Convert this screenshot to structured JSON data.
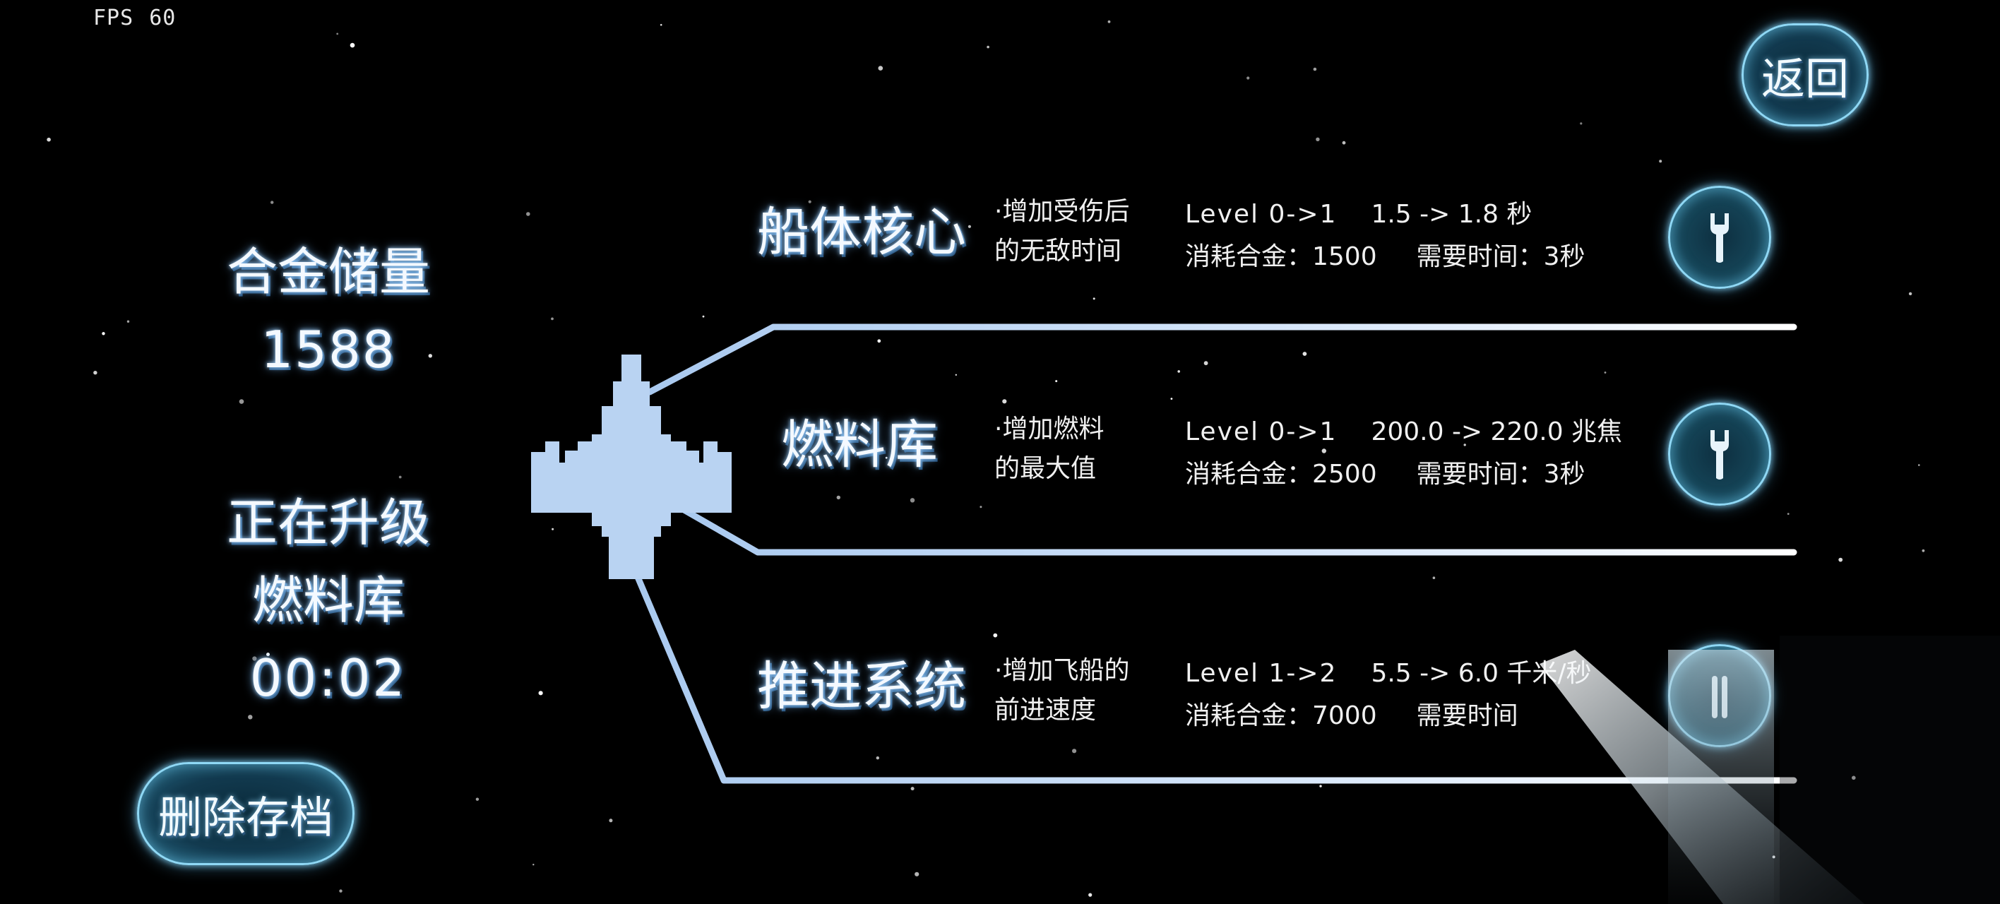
{
  "hud": {
    "fps_label": "FPS",
    "fps_value": "60"
  },
  "back_button": {
    "label": "返回"
  },
  "alloy": {
    "label": "合金储量",
    "value": "1588"
  },
  "upgrading": {
    "label": "正在升级",
    "name": "燃料库",
    "timer": "00:02"
  },
  "delete_button": {
    "label": "删除存档"
  },
  "modules": [
    {
      "title": "船体核心",
      "desc_line1": "·增加受伤后",
      "desc_line2": "的无敌时间",
      "level": "Level 0->1",
      "change": "1.5 -> 1.8 秒",
      "cost_label": "消耗合金：1500",
      "time_label": "需要时间：3秒",
      "icon": "wrench-icon"
    },
    {
      "title": "燃料库",
      "desc_line1": "·增加燃料",
      "desc_line2": "的最大值",
      "level": "Level 0->1",
      "change": "200.0 -> 220.0 兆焦",
      "cost_label": "消耗合金：2500",
      "time_label": "需要时间：3秒",
      "icon": "wrench-icon"
    },
    {
      "title": "推进系统",
      "desc_line1": "·增加飞船的",
      "desc_line2": "前进速度",
      "level": "Level 1->2",
      "change": "5.5 -> 6.0 千米/秒",
      "cost_label": "消耗合金：7000",
      "time_label": "需要时间",
      "icon": "thruster-icon"
    }
  ],
  "colors": {
    "background": "#000000",
    "ship": "#b9d3f2",
    "accent_glow": "#8fd8f5",
    "text": "#ffffff"
  }
}
